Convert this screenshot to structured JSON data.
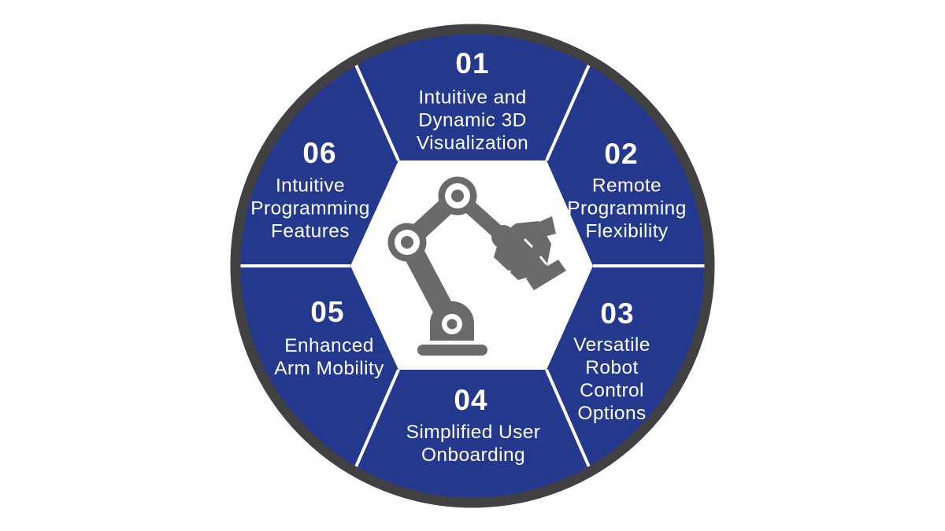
{
  "diagram": {
    "type": "circular-feature-wheel",
    "center_icon": "robot-arm-icon",
    "colors": {
      "segment_blue": "#24398D",
      "outer_ring_dark": "#414042",
      "divider_white": "#FFFFFF",
      "hexagon_white": "#FFFFFF",
      "icon_gray": "#6A6A6A",
      "text_white": "#FFFFFF"
    },
    "segments": [
      {
        "number": "01",
        "label": "Intuitive and\nDynamic 3D\nVisualization",
        "position": "top"
      },
      {
        "number": "02",
        "label": "Remote\nProgramming\nFlexibility",
        "position": "upper-right"
      },
      {
        "number": "03",
        "label": "Versatile\nRobot\nControl\nOptions",
        "position": "lower-right"
      },
      {
        "number": "04",
        "label": "Simplified User\nOnboarding",
        "position": "bottom"
      },
      {
        "number": "05",
        "label": "Enhanced\nArm Mobility",
        "position": "lower-left"
      },
      {
        "number": "06",
        "label": "Intuitive\nProgramming\nFeatures",
        "position": "upper-left"
      }
    ]
  }
}
